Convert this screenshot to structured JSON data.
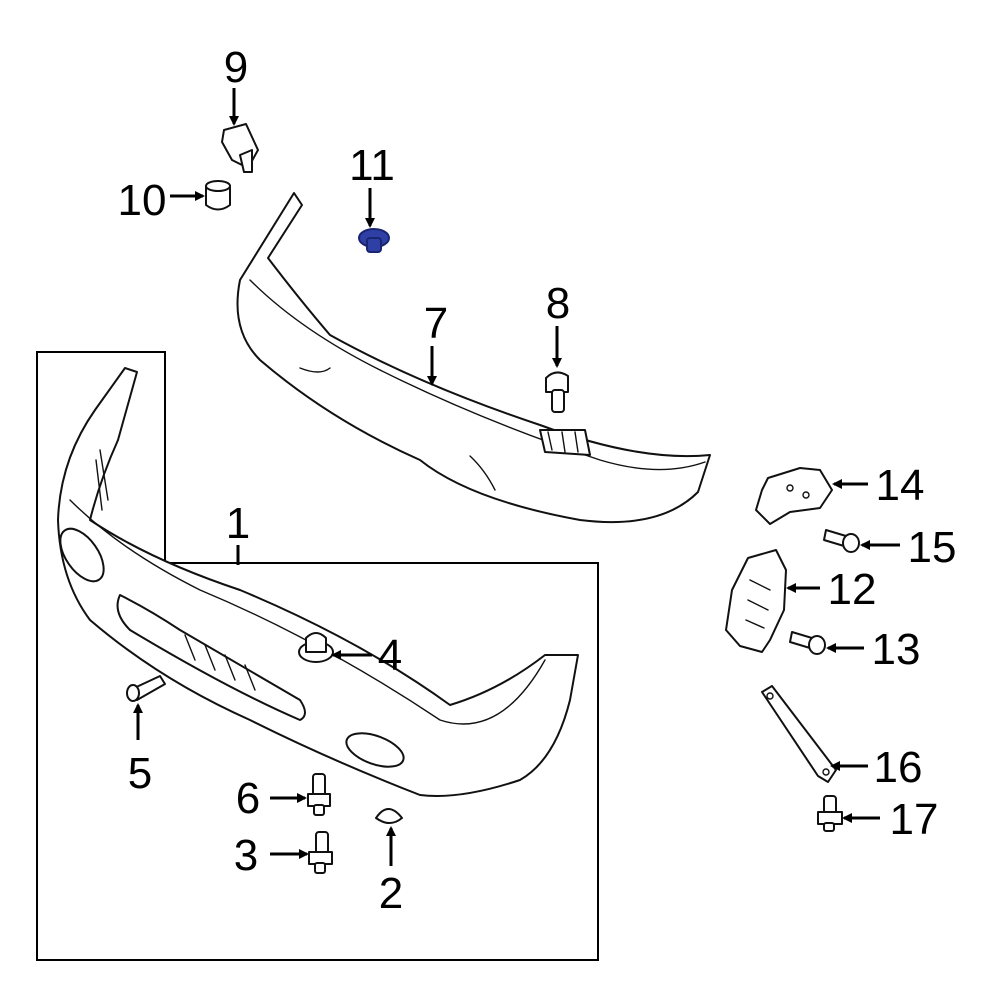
{
  "callouts": [
    "1",
    "2",
    "3",
    "4",
    "5",
    "6",
    "7",
    "8",
    "9",
    "10",
    "11",
    "12",
    "13",
    "14",
    "15",
    "16",
    "17"
  ],
  "colors": {
    "highlight": "#2e3fa6",
    "highlight_dark": "#1a2570",
    "line": "#111111",
    "background": "#ffffff"
  },
  "highlighted_part": "11"
}
